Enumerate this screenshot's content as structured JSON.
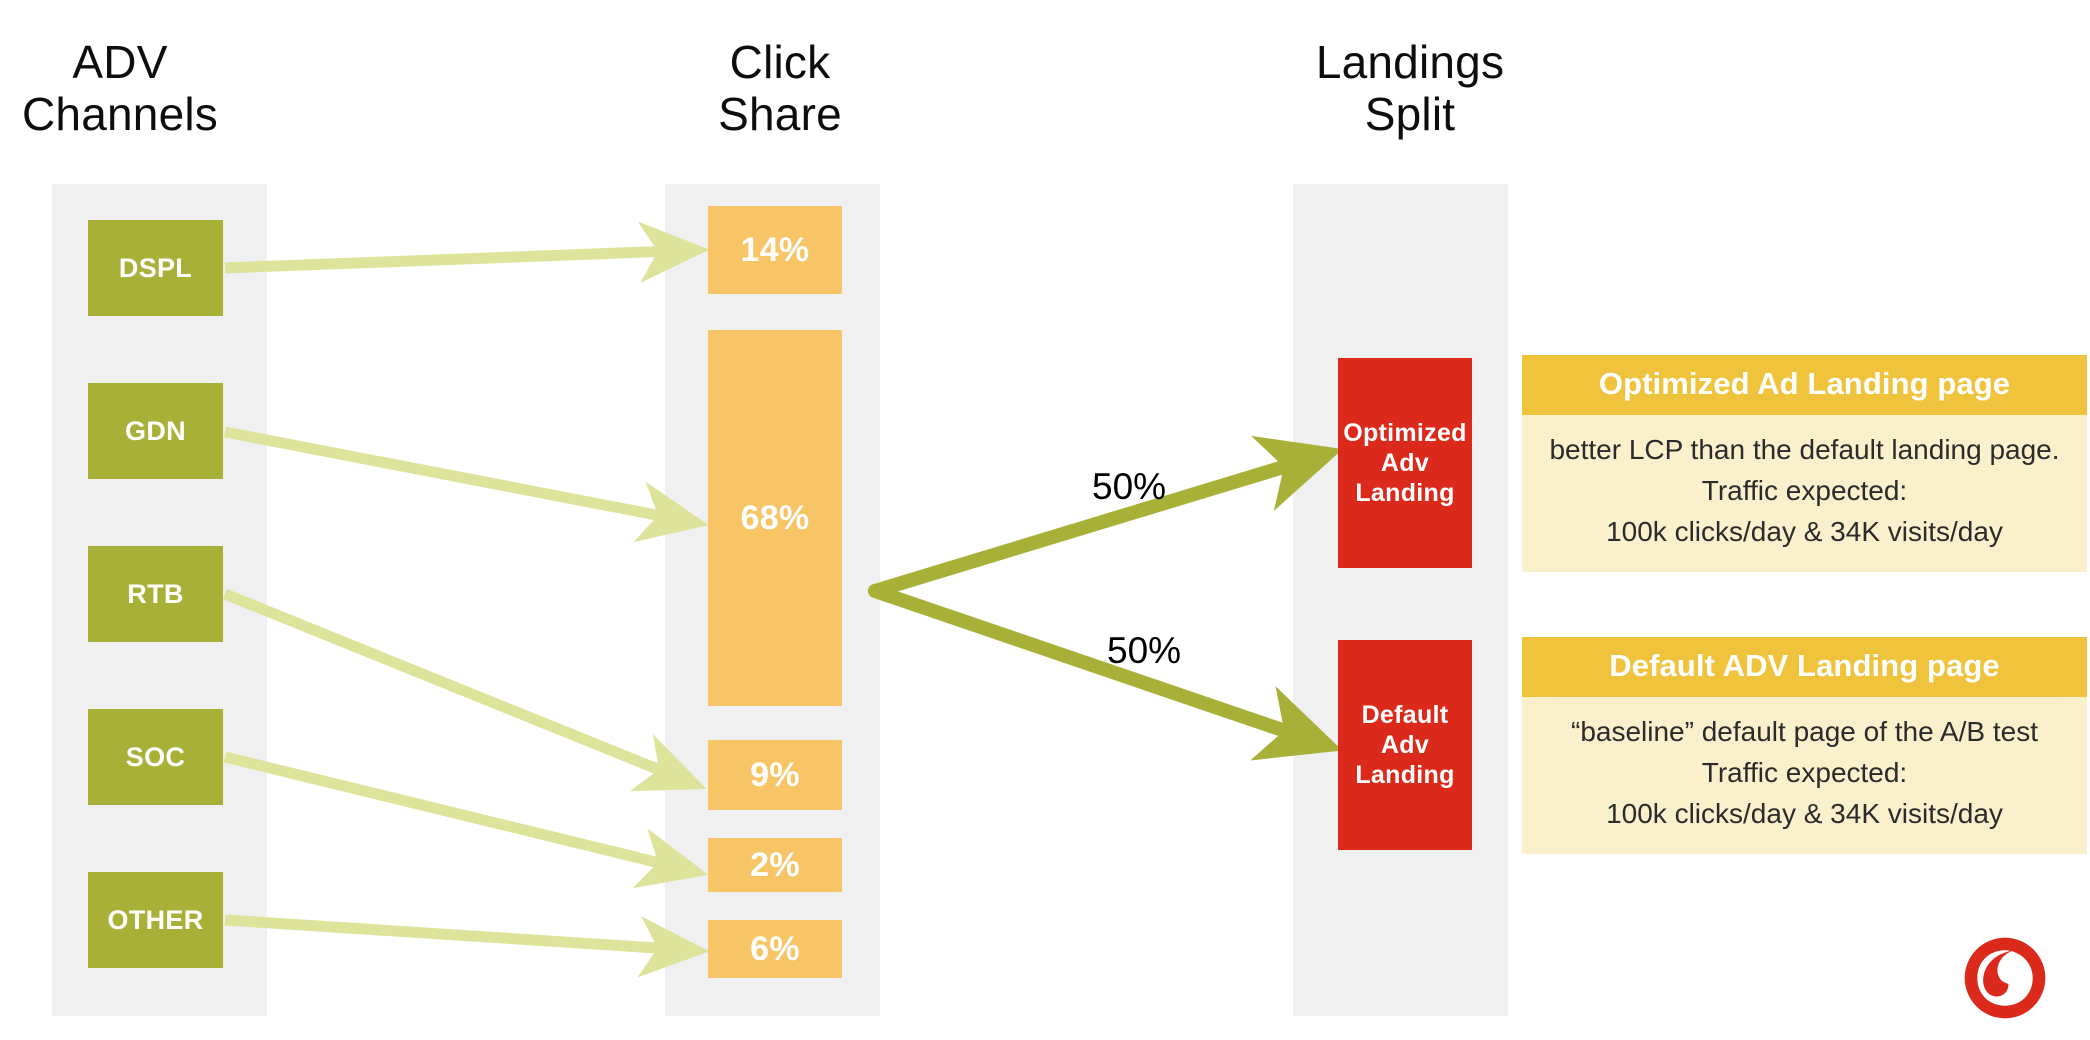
{
  "columns": [
    {
      "id": "adv-channels",
      "title": "ADV\nChannels"
    },
    {
      "id": "click-share",
      "title": "Click\nShare"
    },
    {
      "id": "landings-split",
      "title": "Landings\nSplit"
    }
  ],
  "channels": [
    {
      "label": "DSPL"
    },
    {
      "label": "GDN"
    },
    {
      "label": "RTB"
    },
    {
      "label": "SOC"
    },
    {
      "label": "OTHER"
    }
  ],
  "click_share": [
    {
      "label": "14%"
    },
    {
      "label": "68%"
    },
    {
      "label": "9%"
    },
    {
      "label": "2%"
    },
    {
      "label": "6%"
    }
  ],
  "landings": [
    {
      "label": "Optimized\nAdv\nLanding",
      "line1": "Optimized",
      "line2": "Adv",
      "line3": "Landing"
    },
    {
      "label": "Default\nAdv\nLanding",
      "line1": "Default",
      "line2": "Adv",
      "line3": "Landing"
    }
  ],
  "split_labels": [
    {
      "label": "50%"
    },
    {
      "label": "50%"
    }
  ],
  "cards": [
    {
      "title": "Optimized Ad Landing page",
      "lines": [
        "better LCP than the default landing page.",
        "Traffic expected:",
        "100k clicks/day  & 34K visits/day"
      ]
    },
    {
      "title": "Default ADV Landing page",
      "lines": [
        "“baseline” default page of the A/B test",
        "Traffic expected:",
        "100k clicks/day  & 34K visits/day"
      ]
    }
  ],
  "logo": {
    "name": "vodafone-logo"
  },
  "chart_data": {
    "type": "diagram",
    "title": "ADV traffic funnel — channels to click share to landings split",
    "stages": [
      "ADV Channels",
      "Click Share",
      "Landings Split"
    ],
    "categories": [
      "DSPL",
      "GDN",
      "RTB",
      "SOC",
      "OTHER"
    ],
    "values": [
      14,
      68,
      9,
      2,
      6
    ],
    "value_unit": "%",
    "links": [
      {
        "from": "DSPL",
        "to": "14%"
      },
      {
        "from": "GDN",
        "to": "68%"
      },
      {
        "from": "RTB",
        "to": "9%"
      },
      {
        "from": "SOC",
        "to": "2%"
      },
      {
        "from": "OTHER",
        "to": "6%"
      }
    ],
    "split": [
      {
        "to": "Optimized Adv Landing",
        "value": 50,
        "unit": "%"
      },
      {
        "to": "Default Adv Landing",
        "value": 50,
        "unit": "%"
      }
    ]
  },
  "colors": {
    "channel": "#a9b037",
    "share": "#f7c566",
    "landing": "#db2a1c",
    "panel": "#f0f0f0",
    "arrow_light": "#dde39a",
    "arrow_strong": "#a9b037",
    "card_head": "#f0c33c",
    "card_body": "#fbf0cc",
    "brand_red": "#db2a1c"
  }
}
